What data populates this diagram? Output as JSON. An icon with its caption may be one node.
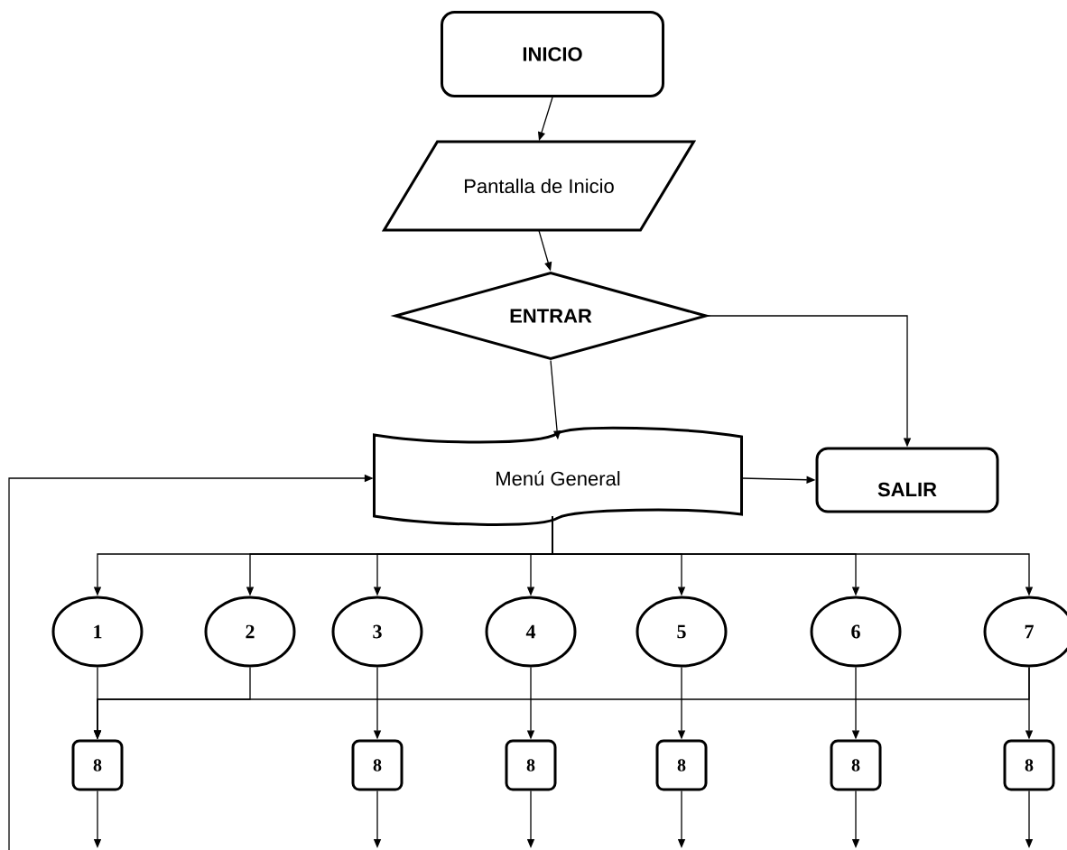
{
  "diagram": {
    "nodes": [
      {
        "text": [
          "INICIO"
        ]
      },
      {
        "text": [
          "Pantalla de Inicio"
        ]
      },
      {
        "text": [
          "ENTRAR"
        ]
      },
      {
        "text": [
          "Menú General"
        ]
      },
      {
        "text": [
          "SALIR"
        ]
      },
      {
        "text": [
          "1"
        ]
      },
      {
        "text": [
          "2"
        ]
      },
      {
        "text": [
          "3"
        ]
      },
      {
        "text": [
          "4"
        ]
      },
      {
        "text": [
          "5"
        ]
      },
      {
        "text": [
          "6"
        ]
      },
      {
        "text": [
          "7"
        ]
      },
      {
        "text": [
          "8"
        ]
      },
      {
        "text": [
          "8"
        ]
      },
      {
        "text": [
          "8"
        ]
      },
      {
        "text": [
          "8"
        ]
      },
      {
        "text": [
          "8"
        ]
      },
      {
        "text": [
          "8"
        ]
      }
    ],
    "edges": [
      {
        "from": 0,
        "to": 1,
        "arrow": "to"
      },
      {
        "from": 1,
        "to": 2,
        "arrow": "to"
      },
      {
        "from": 2,
        "to": 3,
        "arrow": "to"
      },
      {
        "from": 2,
        "to": 4,
        "arrow": "to"
      },
      {
        "from": 3,
        "to": 4,
        "arrow": "to"
      },
      {
        "from": 3,
        "to": 5,
        "arrow": "to"
      },
      {
        "from": 3,
        "to": 6,
        "arrow": "to"
      },
      {
        "from": 3,
        "to": 7,
        "arrow": "to"
      },
      {
        "from": 3,
        "to": 8,
        "arrow": "to"
      },
      {
        "from": 3,
        "to": 9,
        "arrow": "to"
      },
      {
        "from": 3,
        "to": 10,
        "arrow": "to"
      },
      {
        "from": 3,
        "to": 11,
        "arrow": "to"
      },
      {
        "from": 5,
        "to": 12,
        "arrow": "to"
      },
      {
        "from": 6,
        "to": 12,
        "arrow": "to"
      },
      {
        "from": 11,
        "to": 12,
        "arrow": "to"
      },
      {
        "from": 7,
        "to": 13,
        "arrow": "to"
      },
      {
        "from": 8,
        "to": 14,
        "arrow": "to"
      },
      {
        "from": 9,
        "to": 15,
        "arrow": "to"
      },
      {
        "from": 10,
        "to": 16,
        "arrow": "to"
      },
      {
        "from": 11,
        "to": 17,
        "arrow": "to"
      },
      {
        "from": 12,
        "to": null,
        "arrow": "to"
      },
      {
        "from": 13,
        "to": null,
        "arrow": "to"
      },
      {
        "from": 14,
        "to": null,
        "arrow": "to"
      },
      {
        "from": 15,
        "to": null,
        "arrow": "to"
      },
      {
        "from": 16,
        "to": null,
        "arrow": "to"
      },
      {
        "from": 17,
        "to": null,
        "arrow": "to"
      },
      {
        "from": null,
        "to": 3,
        "arrow": "to"
      }
    ]
  }
}
